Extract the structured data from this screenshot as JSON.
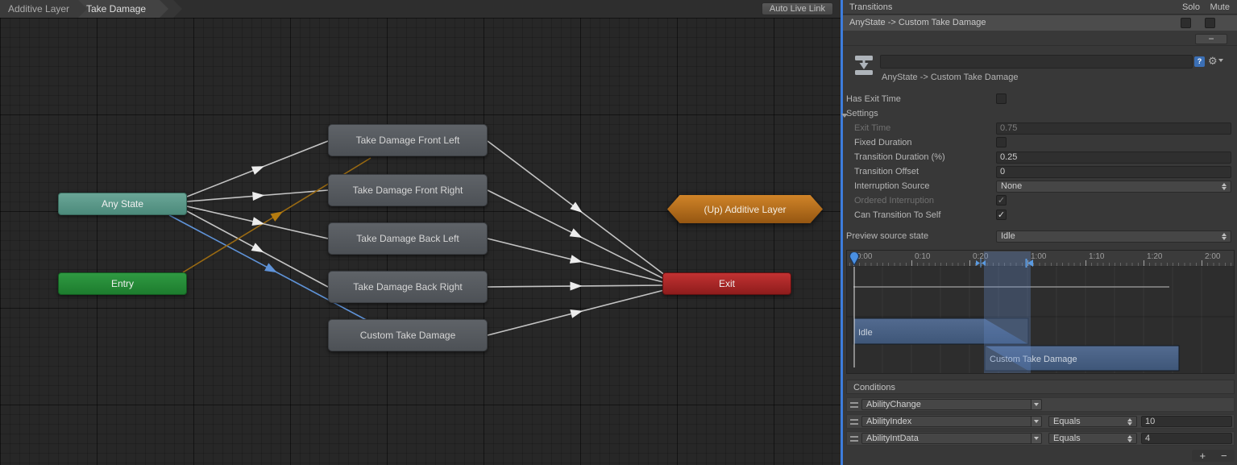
{
  "icons": {
    "check": "✓",
    "gear": "⚙",
    "help": "?",
    "plus": "+",
    "minus": "−"
  },
  "graph": {
    "breadcrumbs": {
      "layer": "Additive Layer",
      "state": "Take Damage"
    },
    "auto_live_link": "Auto Live Link",
    "nodes": {
      "any_state": "Any State",
      "entry": "Entry",
      "front_left": "Take Damage Front Left",
      "front_right": "Take Damage Front Right",
      "back_left": "Take Damage Back Left",
      "back_right": "Take Damage Back Right",
      "custom": "Custom Take Damage",
      "up_layer": "(Up) Additive Layer",
      "exit": "Exit"
    }
  },
  "inspector": {
    "transitions": {
      "title": "Transitions",
      "solo": "Solo",
      "mute": "Mute",
      "selected_row": "AnyState -> Custom Take Damage"
    },
    "header": {
      "title": "AnyState -> Custom Take Damage",
      "name_value": ""
    },
    "fields": {
      "has_exit_time": "Has Exit Time",
      "settings": "Settings",
      "exit_time_label": "Exit Time",
      "exit_time_value": "0.75",
      "fixed_duration": "Fixed Duration",
      "transition_duration_label": "Transition Duration (%)",
      "transition_duration_value": "0.25",
      "transition_offset_label": "Transition Offset",
      "transition_offset_value": "0",
      "interruption_source_label": "Interruption Source",
      "interruption_source_value": "None",
      "ordered_interruption": "Ordered Interruption",
      "can_transition_to_self": "Can Transition To Self",
      "preview_source_state_label": "Preview source state",
      "preview_source_state_value": "Idle"
    },
    "timeline": {
      "ruler": [
        "0:00",
        "0:10",
        "0:20",
        "1:00",
        "1:10",
        "1:20",
        "2:00"
      ],
      "bar_idle": "Idle",
      "bar_custom": "Custom Take Damage"
    },
    "conditions": {
      "title": "Conditions",
      "rows": [
        {
          "param": "AbilityChange",
          "op": "",
          "value": ""
        },
        {
          "param": "AbilityIndex",
          "op": "Equals",
          "value": "10"
        },
        {
          "param": "AbilityIntData",
          "op": "Equals",
          "value": "4"
        }
      ]
    }
  }
}
